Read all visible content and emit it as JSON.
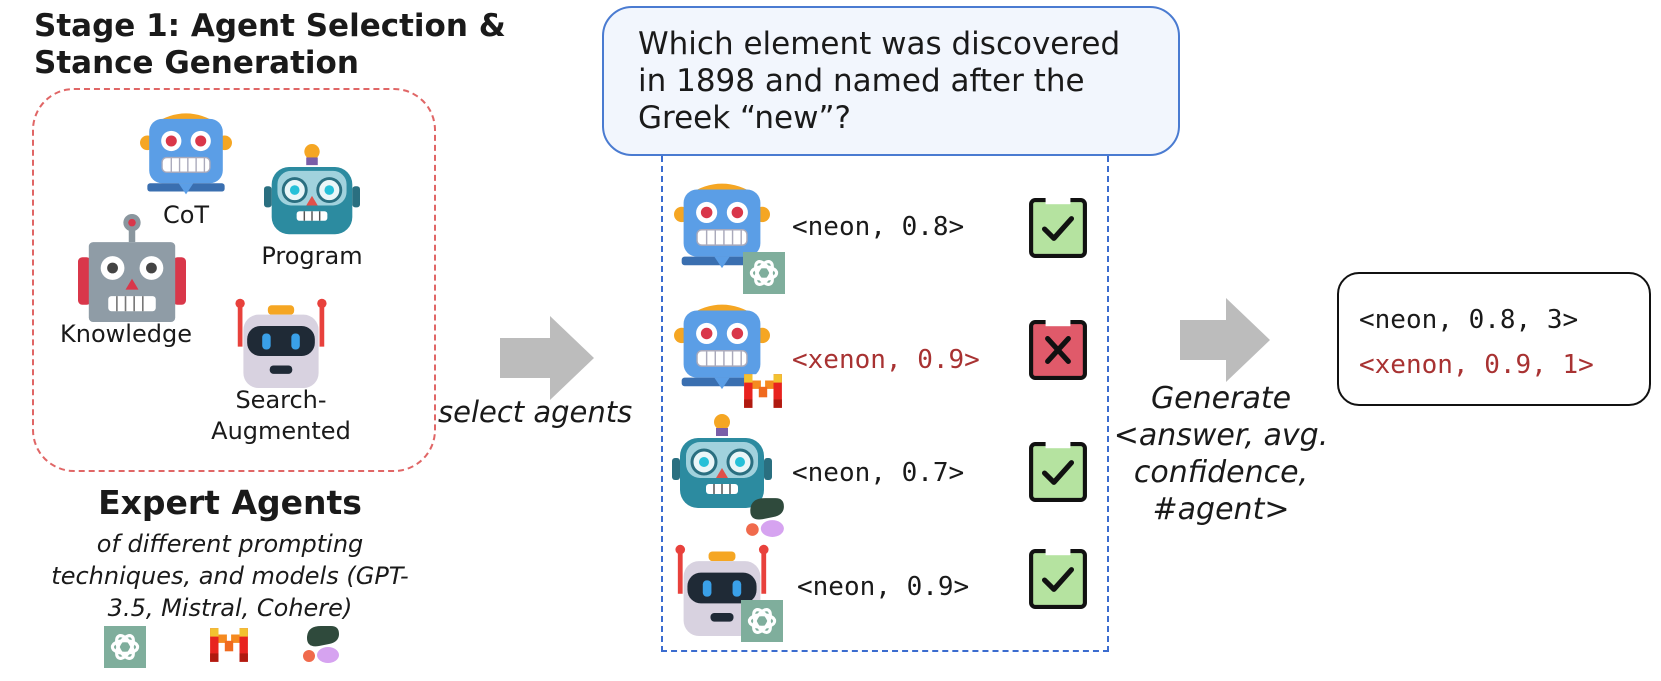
{
  "stage": {
    "title": "Stage 1: Agent Selection & Stance Generation"
  },
  "pool": {
    "agents": [
      {
        "label": "CoT",
        "icon": "blue-robot-icon"
      },
      {
        "label": "Program",
        "icon": "teal-robot-icon"
      },
      {
        "label": "Knowledge",
        "icon": "gray-robot-icon"
      },
      {
        "label": "Search-Augmented",
        "icon": "white-robot-icon"
      }
    ]
  },
  "experts": {
    "title": "Expert Agents",
    "subtitle": "of different prompting techniques, and models (GPT-3.5, Mistral, Cohere)",
    "model_icons": [
      "gpt-logo-icon",
      "mistral-logo-icon",
      "cohere-logo-icon"
    ]
  },
  "select_label": "select agents",
  "question": "Which element was discovered in 1898 and named after the Greek “new”?",
  "responses": [
    {
      "text": "<neon, 0.8>",
      "correct": true,
      "agent": "blue-robot-icon",
      "model": "gpt-logo-icon"
    },
    {
      "text": "<xenon, 0.9>",
      "correct": false,
      "agent": "blue-robot-icon",
      "model": "mistral-logo-icon"
    },
    {
      "text": "<neon, 0.7>",
      "correct": true,
      "agent": "teal-robot-icon",
      "model": "cohere-logo-icon"
    },
    {
      "text": "<neon, 0.9>",
      "correct": true,
      "agent": "white-robot-icon",
      "model": "gpt-logo-icon"
    }
  ],
  "generate_label": "Generate <answer, avg. confidence, #agent>",
  "result": {
    "lines": [
      "<neon, 0.8, 3>",
      "<xenon, 0.9, 1>"
    ]
  },
  "colors": {
    "pool_border": "#e06666",
    "question_border": "#4a7bd1",
    "wrong": "#a83232",
    "check_fill": "#b5e3a0",
    "cross_fill": "#e05a6a",
    "arrow": "#bcbcbc"
  }
}
